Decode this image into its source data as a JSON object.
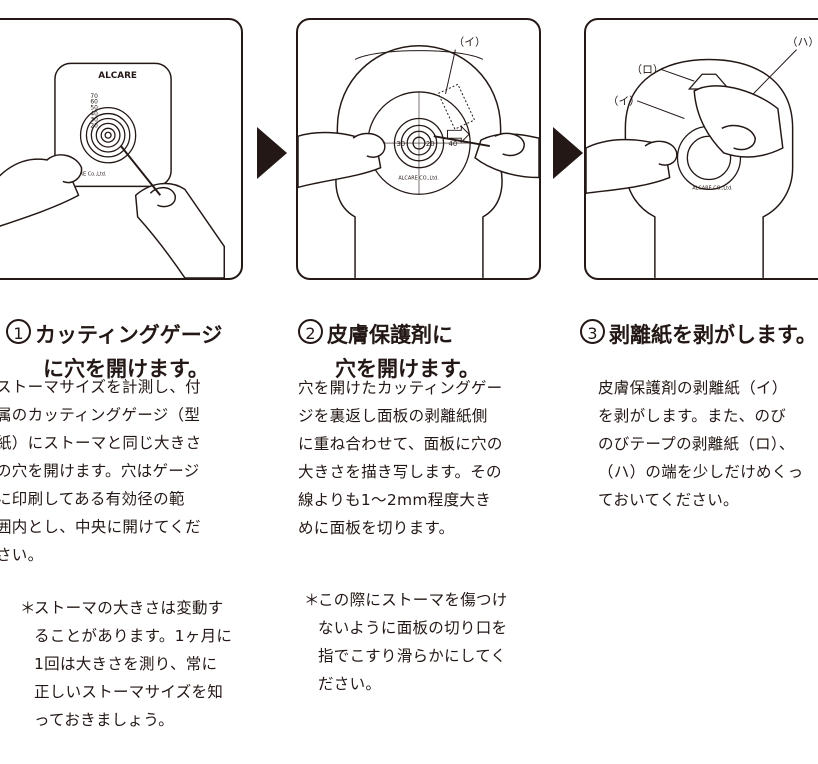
{
  "illustrations": {
    "panel1": {
      "logo": "ALCARE",
      "scale_labels": [
        "70",
        "60",
        "50",
        "40",
        "30",
        "20"
      ],
      "footer_mark": "ALCARE Co.,Ltd."
    },
    "panel2": {
      "callout_i": "（イ）",
      "scale_labels": [
        "50",
        "30",
        "20",
        "40"
      ],
      "footer_mark": "ALCARE CO.,Ltd."
    },
    "panel3": {
      "callout_ha": "（ハ）",
      "callout_ro": "（ロ）",
      "callout_i": "（イ）",
      "footer_mark": "ALCARE CO.,Ltd."
    }
  },
  "steps": [
    {
      "number": "1",
      "title_lines": [
        "カッティングゲージ",
        "に穴を開けます。"
      ],
      "body_lines": [
        "ストーマサイズを計測し、付",
        "属のカッティングゲージ（型",
        "紙）にストーマと同じ大きさ",
        "の穴を開けます。穴はゲージ",
        "に印刷してある有効径の範",
        "囲内とし、中央に開けてくだ",
        "さい。"
      ],
      "note_star": "＊",
      "note_lines": [
        "ストーマの大きさは変動す",
        "ることがあります。1ヶ月に",
        "1回は大きさを測り、常に",
        "正しいストーマサイズを知",
        "っておきましょう。"
      ]
    },
    {
      "number": "2",
      "title_lines": [
        "皮膚保護剤に",
        "穴を開けます。"
      ],
      "body_lines": [
        "穴を開けたカッティングゲー",
        "ジを裏返し面板の剥離紙側",
        "に重ね合わせて、面板に穴の",
        "大きさを描き写します。その",
        "線よりも1～2mm程度大き",
        "めに面板を切ります。"
      ],
      "note_star": "＊",
      "note_lines": [
        "この際にストーマを傷つけ",
        "ないように面板の切り口を",
        "指でこすり滑らかにしてく",
        "ださい。"
      ]
    },
    {
      "number": "3",
      "title_lines": [
        "剥離紙を剥がします。"
      ],
      "body_lines": [
        "皮膚保護剤の剥離紙（イ）",
        "を剥がします。また、のび",
        "のびテープの剥離紙（ロ）、",
        "（ハ）の端を少しだけめくっ",
        "ておいてください。"
      ]
    }
  ]
}
